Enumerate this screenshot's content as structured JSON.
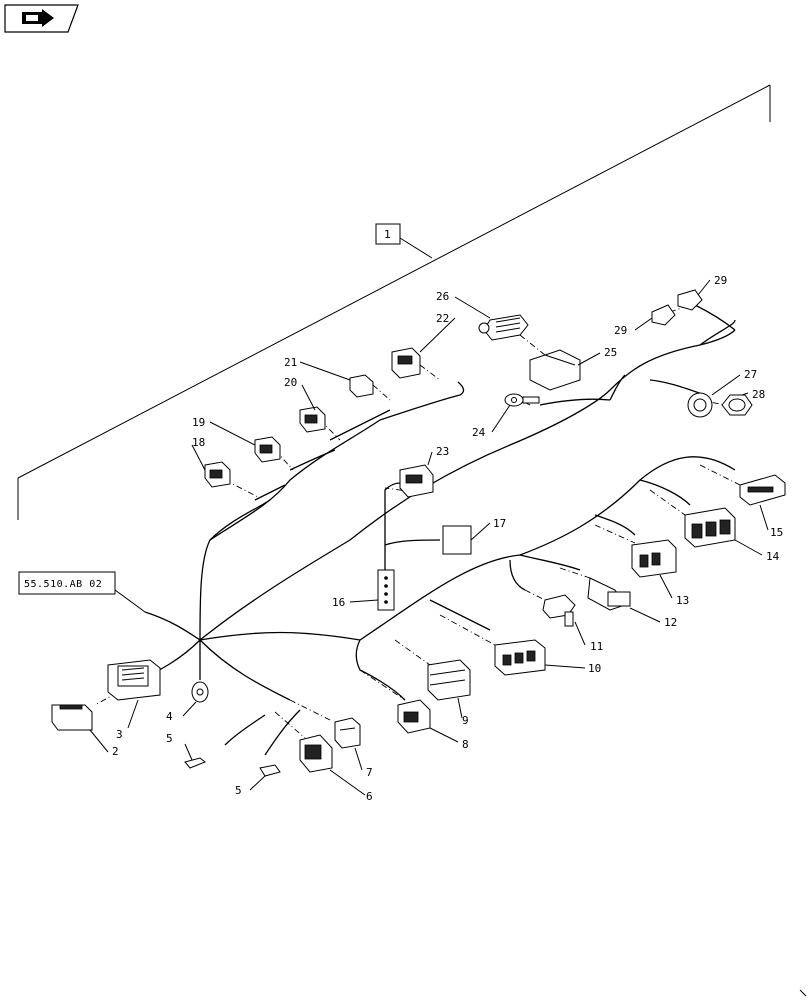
{
  "nav_icon": "next-page-icon",
  "reference_box": "55.510.AB 02",
  "assembly_callout": "1",
  "callouts": [
    "2",
    "3",
    "4",
    "5",
    "5",
    "6",
    "7",
    "8",
    "9",
    "10",
    "11",
    "12",
    "13",
    "14",
    "15",
    "16",
    "17",
    "18",
    "19",
    "20",
    "21",
    "22",
    "23",
    "24",
    "25",
    "26",
    "27",
    "28",
    "29",
    "29"
  ]
}
